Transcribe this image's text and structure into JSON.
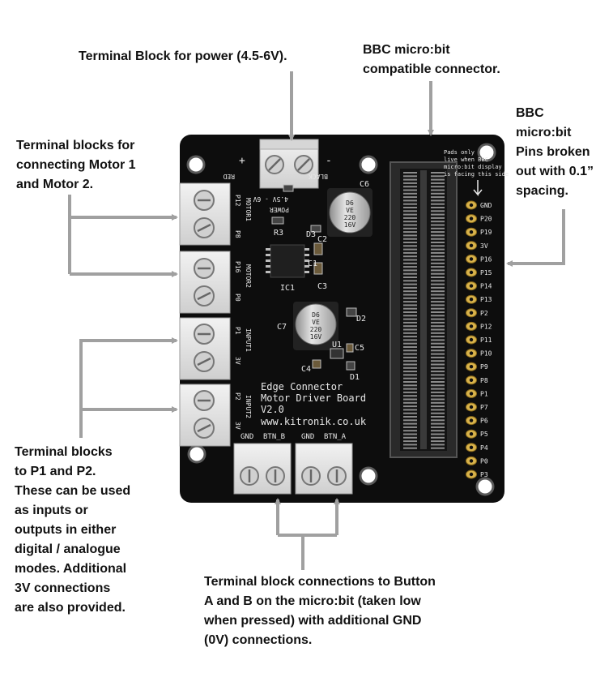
{
  "annotations": {
    "power_block": "Terminal Block for power (4.5-6V).",
    "connector": [
      "BBC micro:bit",
      "compatible connector."
    ],
    "pins": [
      "BBC",
      "micro:bit",
      "Pins broken",
      "out with 0.1”",
      "spacing."
    ],
    "motor_blocks": [
      "Terminal blocks for",
      "connecting Motor 1",
      "and Motor 2."
    ],
    "io_blocks": [
      "Terminal blocks",
      "to P1 and P2.",
      "These can be used",
      "as inputs or",
      "outputs in either",
      "digital / analogue",
      "modes. Additional",
      "3V connections",
      "are also provided."
    ],
    "button_blocks": [
      "Terminal block connections to Button",
      "A and B on the micro:bit (taken low",
      "when pressed) with additional GND",
      "(0V) connections."
    ]
  },
  "board": {
    "title_lines": [
      "Edge Connector",
      "Motor Driver Board",
      "V2.0",
      "www.kitronik.co.uk"
    ],
    "pins": [
      "GND",
      "P20",
      "P19",
      "3V",
      "P16",
      "P15",
      "P14",
      "P13",
      "P2",
      "P12",
      "P11",
      "P10",
      "P9",
      "P8",
      "P1",
      "P7",
      "P6",
      "P5",
      "P4",
      "P0",
      "P3"
    ],
    "power_labels": {
      "plus": "+",
      "red": "RED",
      "minus": "-",
      "black": "BLACK",
      "power": "POWER",
      "voltage": "4.5V - 6V"
    },
    "motor1": {
      "name": "MOTOR1",
      "pinA": "P12",
      "pinB": "P8"
    },
    "motor2": {
      "name": "MOTOR2",
      "pinA": "P16",
      "pinB": "P0"
    },
    "input1": {
      "name": "INPUT1",
      "pin": "P1",
      "v": "3V"
    },
    "input2": {
      "name": "INPUT2",
      "pin": "P2",
      "v": "3V"
    },
    "buttons": [
      "GND",
      "BTN_B",
      "GND",
      "BTN_A"
    ],
    "components": [
      "C6",
      "R3",
      "D3",
      "C2",
      "C1",
      "IC1",
      "C3",
      "C7",
      "D2",
      "C4",
      "U1",
      "C5",
      "D1"
    ],
    "cap_marking": [
      "D6",
      "VE",
      "220",
      "16V"
    ],
    "pad_note": [
      "Pads only",
      "live when BBC",
      "micro:bit display",
      "is facing this side"
    ]
  }
}
